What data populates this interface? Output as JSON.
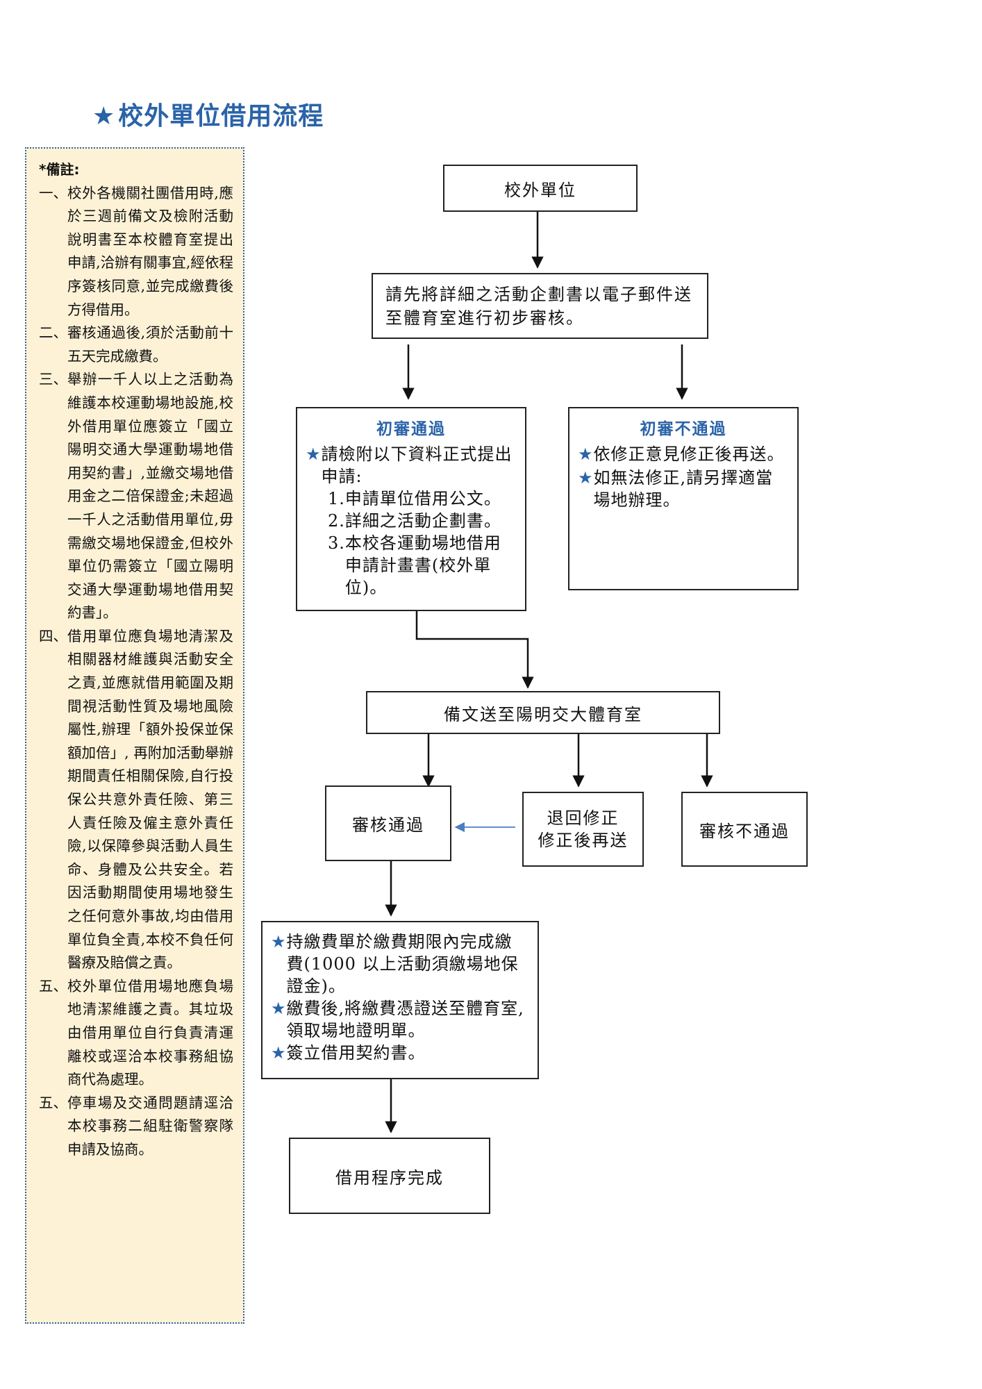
{
  "title": "校外單位借用流程",
  "title_star": "★",
  "notes": {
    "heading": "*備註:",
    "items": [
      {
        "num": "一、",
        "text": "校外各機關社團借用時,應於三週前備文及檢附活動說明書至本校體育室提出申請,洽辦有關事宜,經依程序簽核同意,並完成繳費後方得借用。"
      },
      {
        "num": "二、",
        "text": "審核通過後,須於活動前十五天完成繳費。"
      },
      {
        "num": "三、",
        "text": "舉辦一千人以上之活動為維護本校運動場地設施,校外借用單位應簽立「國立陽明交通大學運動場地借用契約書」,並繳交場地借用金之二倍保證金;未超過一千人之活動借用單位,毋需繳交場地保證金,但校外單位仍需簽立「國立陽明交通大學運動場地借用契約書」。"
      },
      {
        "num": "四、",
        "text": "借用單位應負場地清潔及相關器材維護與活動安全之責,並應就借用範圍及期間視活動性質及場地風險屬性,辦理「額外投保並保額加倍」, 再附加活動舉辦期間責任相關保險,自行投保公共意外責任險、第三人責任險及僱主意外責任險,以保障參與活動人員生命、身體及公共安全。若因活動期間使用場地發生之任何意外事故,均由借用單位負全責,本校不負任何醫療及賠償之責。"
      },
      {
        "num": "五、",
        "text": "校外單位借用場地應負場地清潔維護之責。其垃圾由借用單位自行負責清運離校或逕洽本校事務組協商代為處理。"
      },
      {
        "num": "五、",
        "text": "停車場及交通問題請逕洽本校事務二組駐衛警察隊申請及協商。"
      }
    ]
  },
  "flow": {
    "start": "校外單位",
    "step1": "請先將詳細之活動企劃書以電子郵件送至體育室進行初步審核。",
    "pass1": {
      "title": "初審通過",
      "lead": "請檢附以下資料正式提出申請:",
      "list": [
        {
          "n": "1.",
          "t": "申請單位借用公文。"
        },
        {
          "n": "2.",
          "t": "詳細之活動企劃書。"
        },
        {
          "n": "3.",
          "t": "本校各運動場地借用申請計畫書(校外單位)。"
        }
      ]
    },
    "fail1": {
      "title": "初審不通過",
      "items": [
        "依修正意見修正後再送。",
        "如無法修正,請另擇適當場地辦理。"
      ]
    },
    "step2": "備文送至陽明交大體育室",
    "approved": "審核通過",
    "returned_line1": "退回修正",
    "returned_line2": "修正後再送",
    "rejected": "審核不通過",
    "payment_items": [
      "持繳費單於繳費期限內完成繳費(1000 以上活動須繳場地保證金)。",
      "繳費後,將繳費憑證送至體育室,領取場地證明單。",
      "簽立借用契約書。"
    ],
    "done": "借用程序完成",
    "star": "★"
  }
}
